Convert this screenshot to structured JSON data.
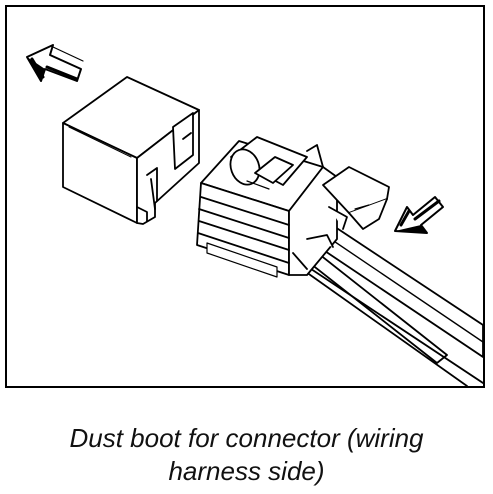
{
  "caption": {
    "line1": "Dust boot for connector (wiring",
    "line2": "harness side)"
  },
  "diagram": {
    "stroke_color": "#000000",
    "fill_color": "#ffffff",
    "parts": [
      "dust-boot",
      "connector",
      "wire-harness",
      "removal-arrow",
      "press-arrow"
    ]
  }
}
